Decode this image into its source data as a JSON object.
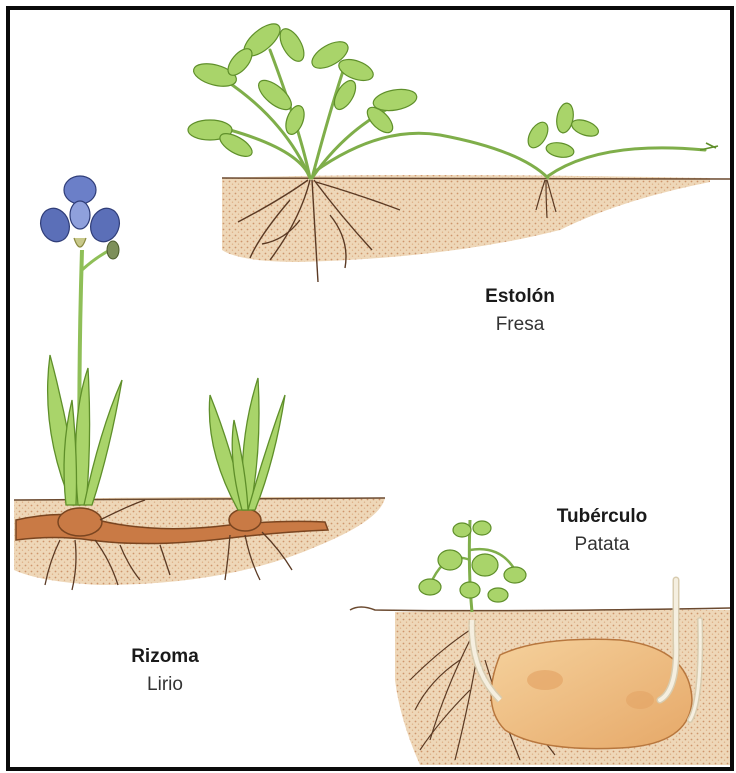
{
  "colors": {
    "soil": "#e7c7a0",
    "soil_dark": "#c9895b",
    "leaf": "#a9d46a",
    "leaf_dark": "#5f8f2a",
    "root": "#5b3a24",
    "rhizome": "#c97a45",
    "tuber": "#efbf84",
    "tuber_spot": "#e2a060",
    "flower": "#5b6fb8",
    "stem": "#8fbf58",
    "frame": "#0a0a0a"
  },
  "sections": {
    "estolon": {
      "title": "Estolón",
      "example": "Fresa"
    },
    "rizoma": {
      "title": "Rizoma",
      "example": "Lirio"
    },
    "tuberculo": {
      "title": "Tubérculo",
      "example": "Patata"
    }
  }
}
